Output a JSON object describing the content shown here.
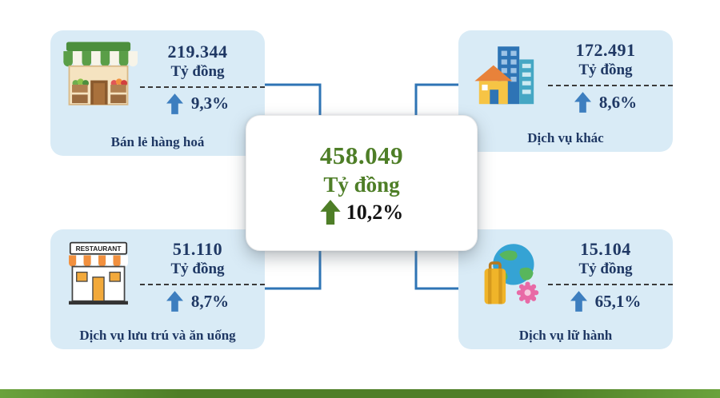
{
  "page": {
    "background": "#ffffff",
    "bottom_bar_color": "#4e7e27"
  },
  "colors": {
    "card_background": "#d9ebf6",
    "text_navy": "#1f3864",
    "arrow_blue": "#3d7ebf",
    "accent_green": "#4e7e27",
    "connector_blue": "#2e74b5"
  },
  "center": {
    "value": "458.049",
    "unit": "Tỷ đồng",
    "change": "10,2%",
    "arrow_icon": "up-arrow-icon"
  },
  "cards": [
    {
      "value": "219.344",
      "unit": "Tỷ đồng",
      "change": "9,3%",
      "label": "Bán lẻ hàng hoá",
      "icon": "storefront-icon"
    },
    {
      "value": "172.491",
      "unit": "Tỷ đồng",
      "change": "8,6%",
      "label": "Dịch vụ khác",
      "icon": "city-buildings-icon"
    },
    {
      "value": "51.110",
      "unit": "Tỷ đồng",
      "change": "8,7%",
      "label": "Dịch vụ lưu trú và ăn uống",
      "icon": "restaurant-icon",
      "sign_text": "RESTAURANT"
    },
    {
      "value": "15.104",
      "unit": "Tỷ đồng",
      "change": "65,1%",
      "label": "Dịch vụ lữ hành",
      "icon": "travel-globe-suitcase-icon"
    }
  ],
  "chart_data": {
    "type": "table",
    "categories": [
      "Bán lẻ hàng hoá",
      "Dịch vụ khác",
      "Dịch vụ lưu trú và ăn uống",
      "Dịch vụ lữ hành"
    ],
    "series": [
      {
        "name": "value_ty_dong",
        "values": [
          219344,
          172491,
          51110,
          15104
        ]
      },
      {
        "name": "growth_percent",
        "values": [
          9.3,
          8.6,
          8.7,
          65.1
        ]
      }
    ],
    "total": {
      "value_ty_dong": 458049,
      "unit": "Tỷ đồng",
      "growth_percent": 10.2
    },
    "legend_position": "none",
    "grid": false
  }
}
